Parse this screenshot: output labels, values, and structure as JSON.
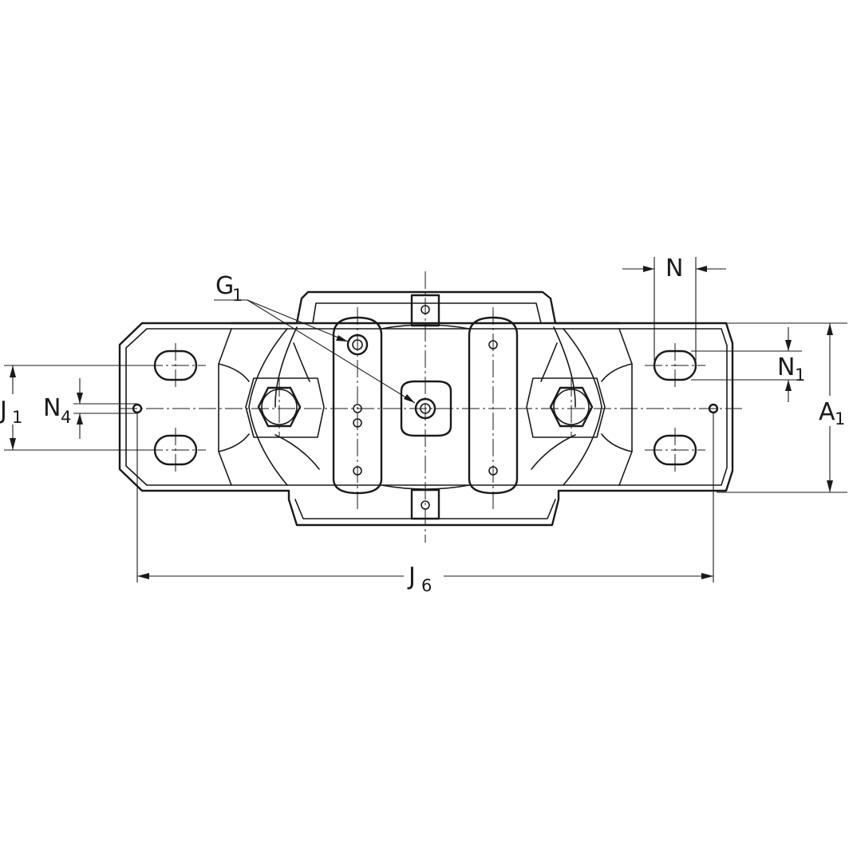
{
  "labels": {
    "G": "G",
    "G_sub": "1",
    "N": "N",
    "N1": "N",
    "N1_sub": "1",
    "N4": "N",
    "N4_sub": "4",
    "J1": "J",
    "J1_sub": "1",
    "A1": "A",
    "A1_sub": "1",
    "J6": "J",
    "J6_sub": "6"
  },
  "colors": {
    "line": "#1a1a1a",
    "background": "#ffffff"
  }
}
